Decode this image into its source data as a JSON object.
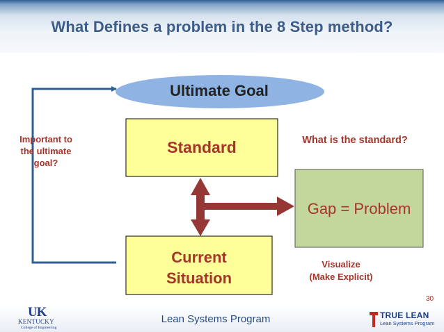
{
  "slide": {
    "title": "What Defines a problem in the 8 Step method?",
    "page_number": "30",
    "footer_text": "Lean Systems Program"
  },
  "diagram": {
    "goal": "Ultimate Goal",
    "standard": "Standard",
    "current_line1": "Current",
    "current_line2": "Situation",
    "gap": "Gap = Problem",
    "important_line1": "Important to",
    "important_line2": "the ultimate",
    "important_line3": "goal?",
    "question": "What is the standard?",
    "visualize_line1": "Visualize",
    "visualize_line2": "(Make Explicit)"
  },
  "logos": {
    "uk_mark": "UK",
    "uk_name": "KENTUCKY",
    "uk_college": "College of Engineering",
    "true_lean_name": "TRUE LEAN",
    "true_lean_sub": "Lean Systems Program"
  },
  "colors": {
    "title": "#3d5d88",
    "accent_red": "#a5342a",
    "arrow": "#953735",
    "box_yellow": "#ffff99",
    "box_green": "#c3d69b",
    "ellipse_blue": "#8fb4e3",
    "connector_blue": "#2f5f91"
  }
}
